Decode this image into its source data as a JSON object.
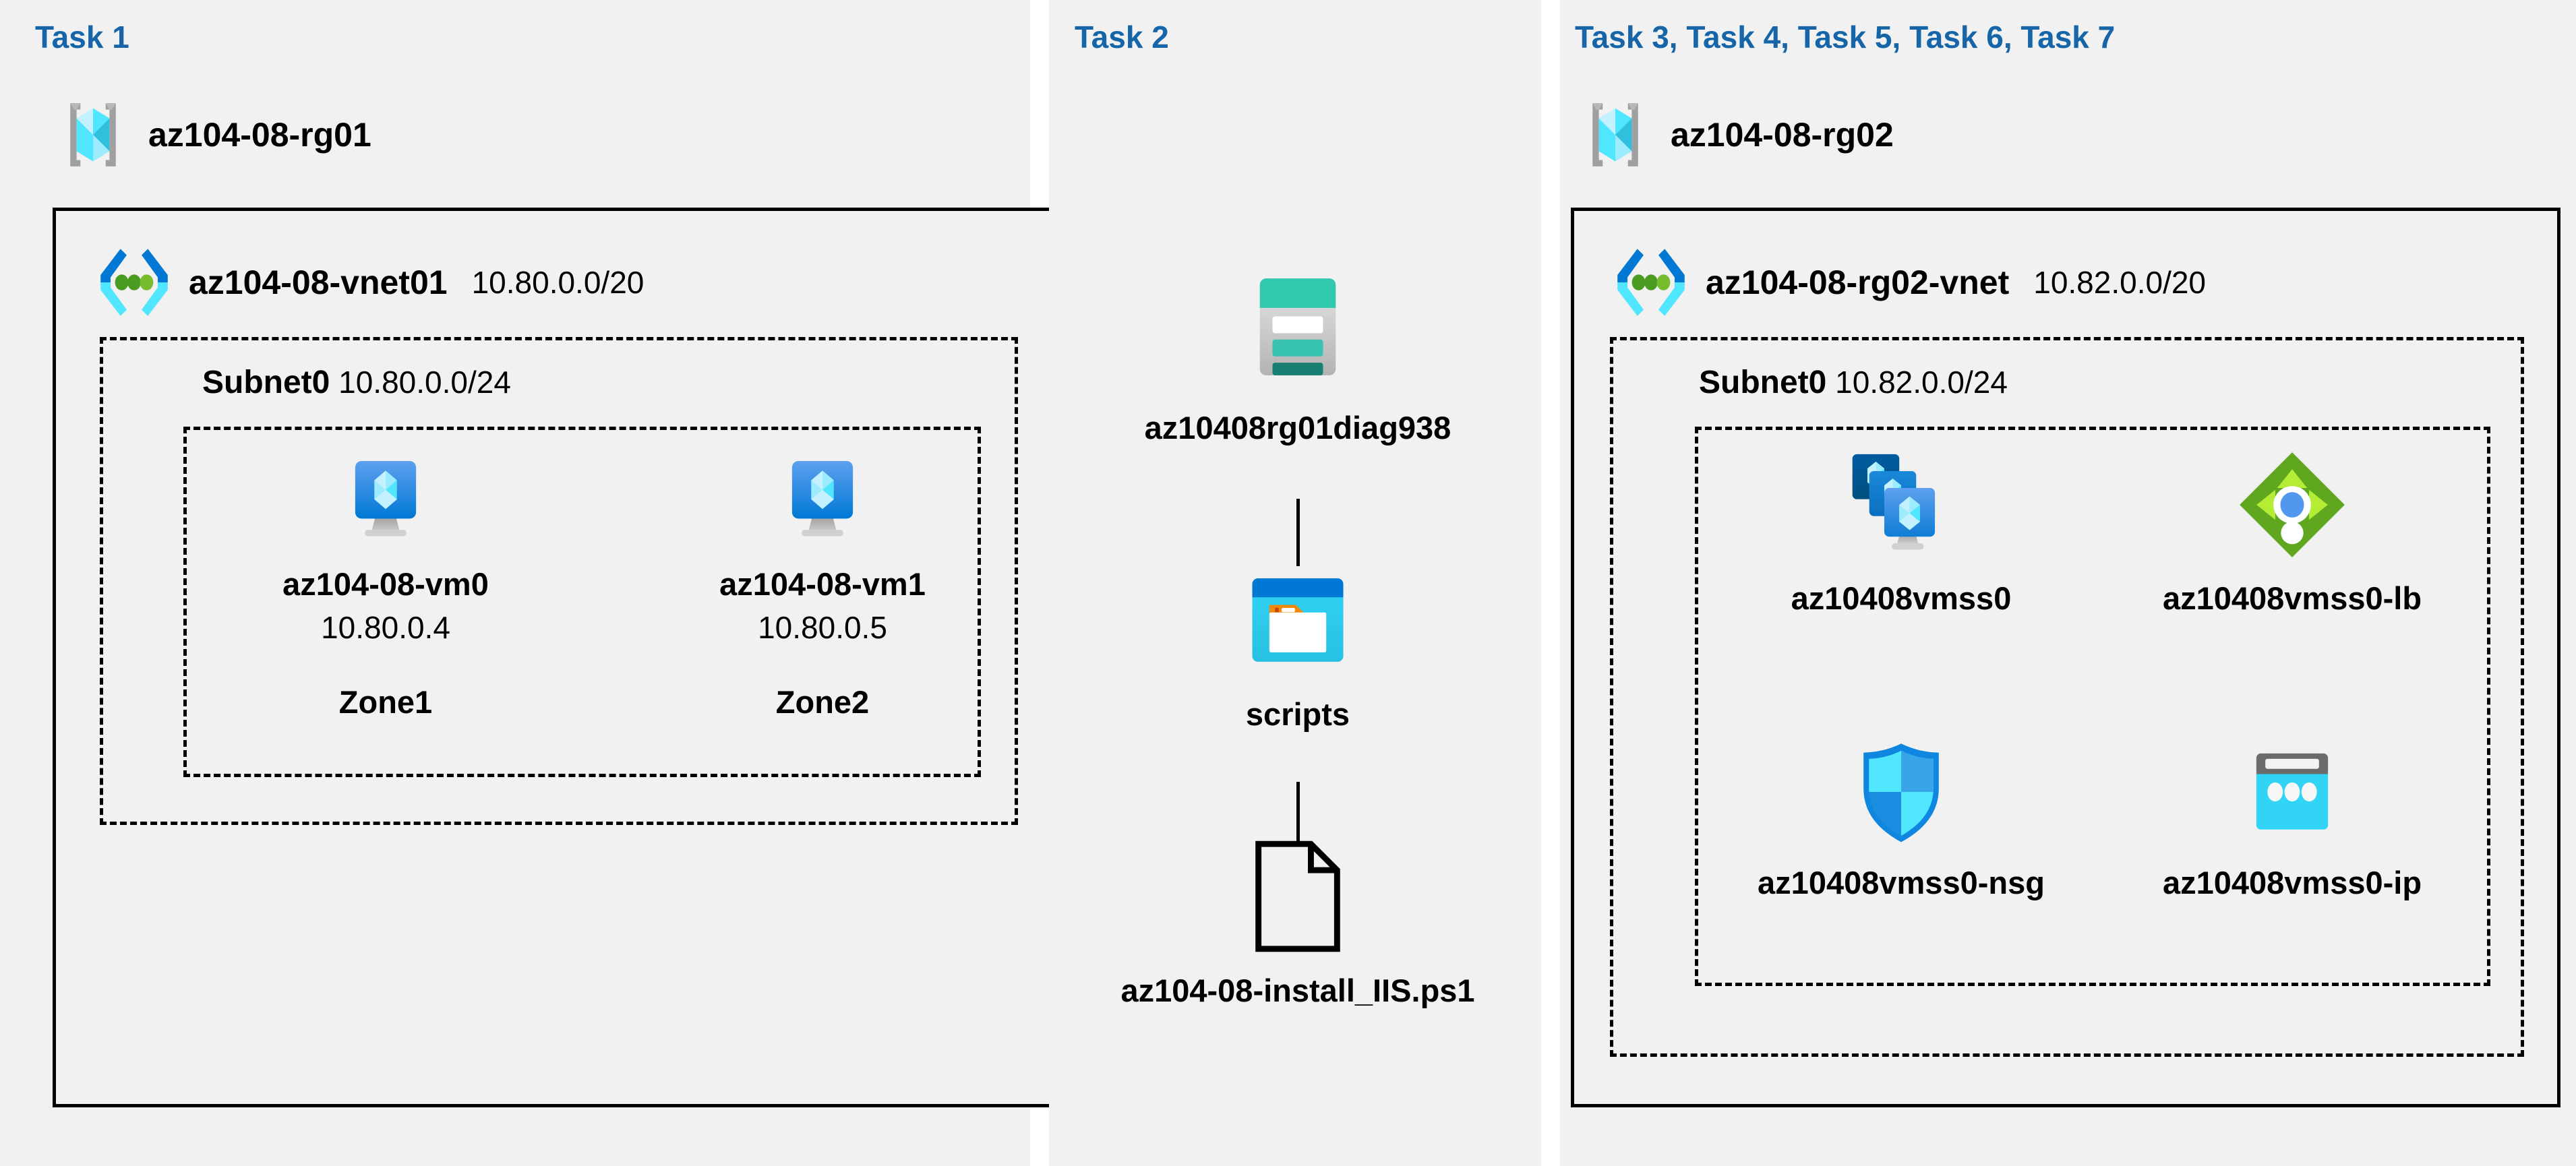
{
  "diagram": {
    "background": "#ffffff",
    "panel_bg": "#f1f1f1",
    "accent": "#1565a8",
    "border": "#000000"
  },
  "panels": [
    {
      "id": "task1",
      "title": "Task 1",
      "resource_group": {
        "name": "az104-08-rg01",
        "icon": "resource-group-icon"
      },
      "vnet": {
        "name": "az104-08-vnet01",
        "cidr": "10.80.0.0/20",
        "icon": "virtual-network-icon"
      },
      "subnet": {
        "name": "Subnet0",
        "cidr": "10.80.0.0/24"
      },
      "vms": [
        {
          "name": "az104-08-vm0",
          "ip": "10.80.0.4",
          "zone": "Zone1",
          "icon": "virtual-machine-icon"
        },
        {
          "name": "az104-08-vm1",
          "ip": "10.80.0.5",
          "zone": "Zone2",
          "icon": "virtual-machine-icon"
        }
      ]
    },
    {
      "id": "task2",
      "title": "Task 2",
      "items": [
        {
          "name": "az10408rg01diag938",
          "icon": "storage-account-icon"
        },
        {
          "name": "scripts",
          "icon": "blob-container-icon"
        },
        {
          "name": "az104-08-install_IIS.ps1",
          "icon": "file-document-icon"
        }
      ]
    },
    {
      "id": "task3",
      "title": "Task 3, Task 4, Task 5, Task 6, Task 7",
      "resource_group": {
        "name": "az104-08-rg02",
        "icon": "resource-group-icon"
      },
      "vnet": {
        "name": "az104-08-rg02-vnet",
        "cidr": "10.82.0.0/20",
        "icon": "virtual-network-icon"
      },
      "subnet": {
        "name": "Subnet0",
        "cidr": "10.82.0.0/24"
      },
      "resources": [
        {
          "name": "az10408vmss0",
          "icon": "vm-scale-set-icon"
        },
        {
          "name": "az10408vmss0-lb",
          "icon": "load-balancer-icon"
        },
        {
          "name": "az10408vmss0-nsg",
          "icon": "network-security-group-icon"
        },
        {
          "name": "az10408vmss0-ip",
          "icon": "public-ip-address-icon"
        }
      ]
    }
  ]
}
